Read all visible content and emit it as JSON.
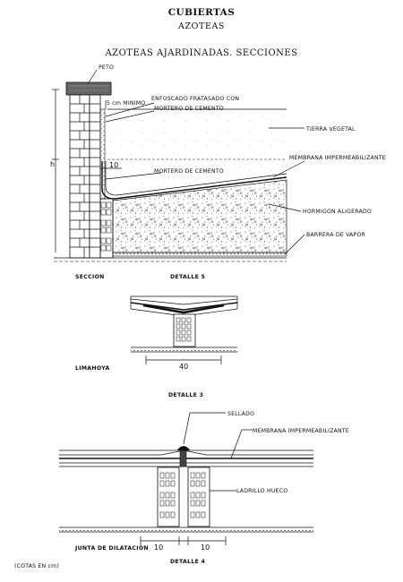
{
  "header": {
    "title": "CUBIERTAS",
    "subtitle": "AZOTEAS",
    "section_title": "AZOTEAS AJARDINADAS. SECCIONES"
  },
  "detail5": {
    "labels": {
      "peto": "PETO",
      "min": "5 cm MINIMO",
      "enfoscado1": "ENFOSCADO FRATASADO CON",
      "enfoscado2": "MORTERO DE CEMENTO",
      "tierra": "TIERRA VEGETAL",
      "membrana": "MEMBRANA IMPERMEABILIZANTE",
      "mortero": "MORTERO DE CEMENTO",
      "hormigon": "HORMIGON ALIGERADO",
      "barrera": "BARRERA DE VAPOR",
      "h": "h",
      "dim10": "10"
    },
    "seccion": "SECCION",
    "caption": "DETALLE 5"
  },
  "detail3": {
    "name": "LIMAHOYA",
    "dim40": "40",
    "caption": "DETALLE 3"
  },
  "detail4": {
    "labels": {
      "sellado": "SELLADO",
      "membrana": "MEMBRANA IMPERMEABILIZANTE",
      "ladrillo": "LADRILLO HUECO",
      "dimA": "10",
      "dimB": "10"
    },
    "name": "JUNTA DE DILATACION",
    "caption": "DETALLE 4"
  },
  "note": "(COTAS EN cm)"
}
